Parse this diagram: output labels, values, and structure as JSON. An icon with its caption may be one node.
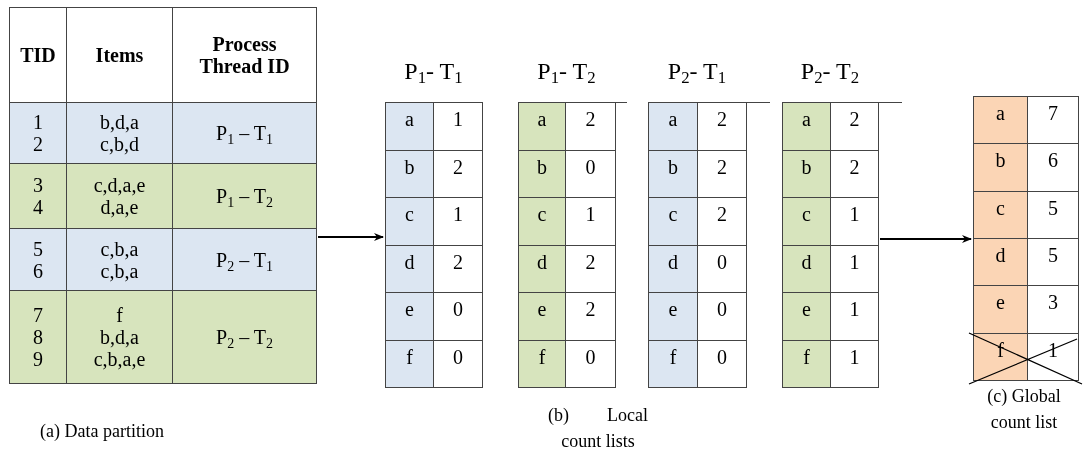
{
  "diagram": {
    "nodes": [
      {
        "text": [
          "TID",
          "Items",
          "Process Thread ID",
          "1 2",
          "b,d,a c,b,d",
          "P$_{1}$ – T$_{1}$",
          "3 4",
          "c,d,a,e d,a,e",
          "P$_{1}$ – T$_{2}$",
          "5 6",
          "c,b,a c,b,a",
          "P$_{2}$ – T$_{1}$",
          "7 8 9",
          "f b,d,a c,b,a,e",
          "P$_{2}$ – T$_{2}$"
        ]
      },
      {
        "text": [
          "P$_{1}$- T$_{1}$",
          "a",
          "1",
          "b",
          "2",
          "c",
          "1",
          "d",
          "2",
          "e",
          "0",
          "f",
          "0"
        ]
      },
      {
        "text": [
          "P$_{1}$- T$_{2}$",
          "a",
          "2",
          "b",
          "0",
          "c",
          "1",
          "d",
          "2",
          "e",
          "2",
          "f",
          "0"
        ]
      },
      {
        "text": [
          "P$_{2}$- T$_{1}$",
          "a",
          "2",
          "b",
          "2",
          "c",
          "2",
          "d",
          "0",
          "e",
          "0",
          "f",
          "0"
        ]
      },
      {
        "text": [
          "P$_{2}$- T$_{2}$",
          "a",
          "2",
          "b",
          "2",
          "c",
          "1",
          "d",
          "1",
          "e",
          "1",
          "f",
          "1"
        ]
      },
      {
        "text": [
          "a",
          "7",
          "b",
          "6",
          "c",
          "5",
          "d",
          "5",
          "e",
          "3",
          "f",
          "1"
        ],
        "beside": [
          "(c) Global count list"
        ]
      }
    ],
    "edges": [
      {
        "from": 0,
        "to": 1,
        "arrow": "to"
      },
      {
        "from": 4,
        "to": 5,
        "arrow": "to"
      }
    ],
    "labels": [
      "(a) Data partition",
      "(b) Local count lists"
    ]
  }
}
